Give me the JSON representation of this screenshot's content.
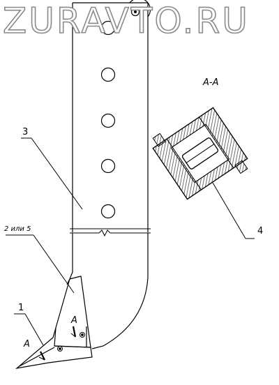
{
  "watermark": "ZURAVTO.RU",
  "labels": {
    "part3": "3",
    "part25": "2 или 5",
    "part1": "1",
    "part4": "4",
    "section_title": "А-А",
    "mark_a_left": "А",
    "mark_a_right": "А"
  },
  "colors": {
    "stroke": "#000000",
    "hatch": "#333333",
    "watermark_outline": "#8a8a8a"
  }
}
